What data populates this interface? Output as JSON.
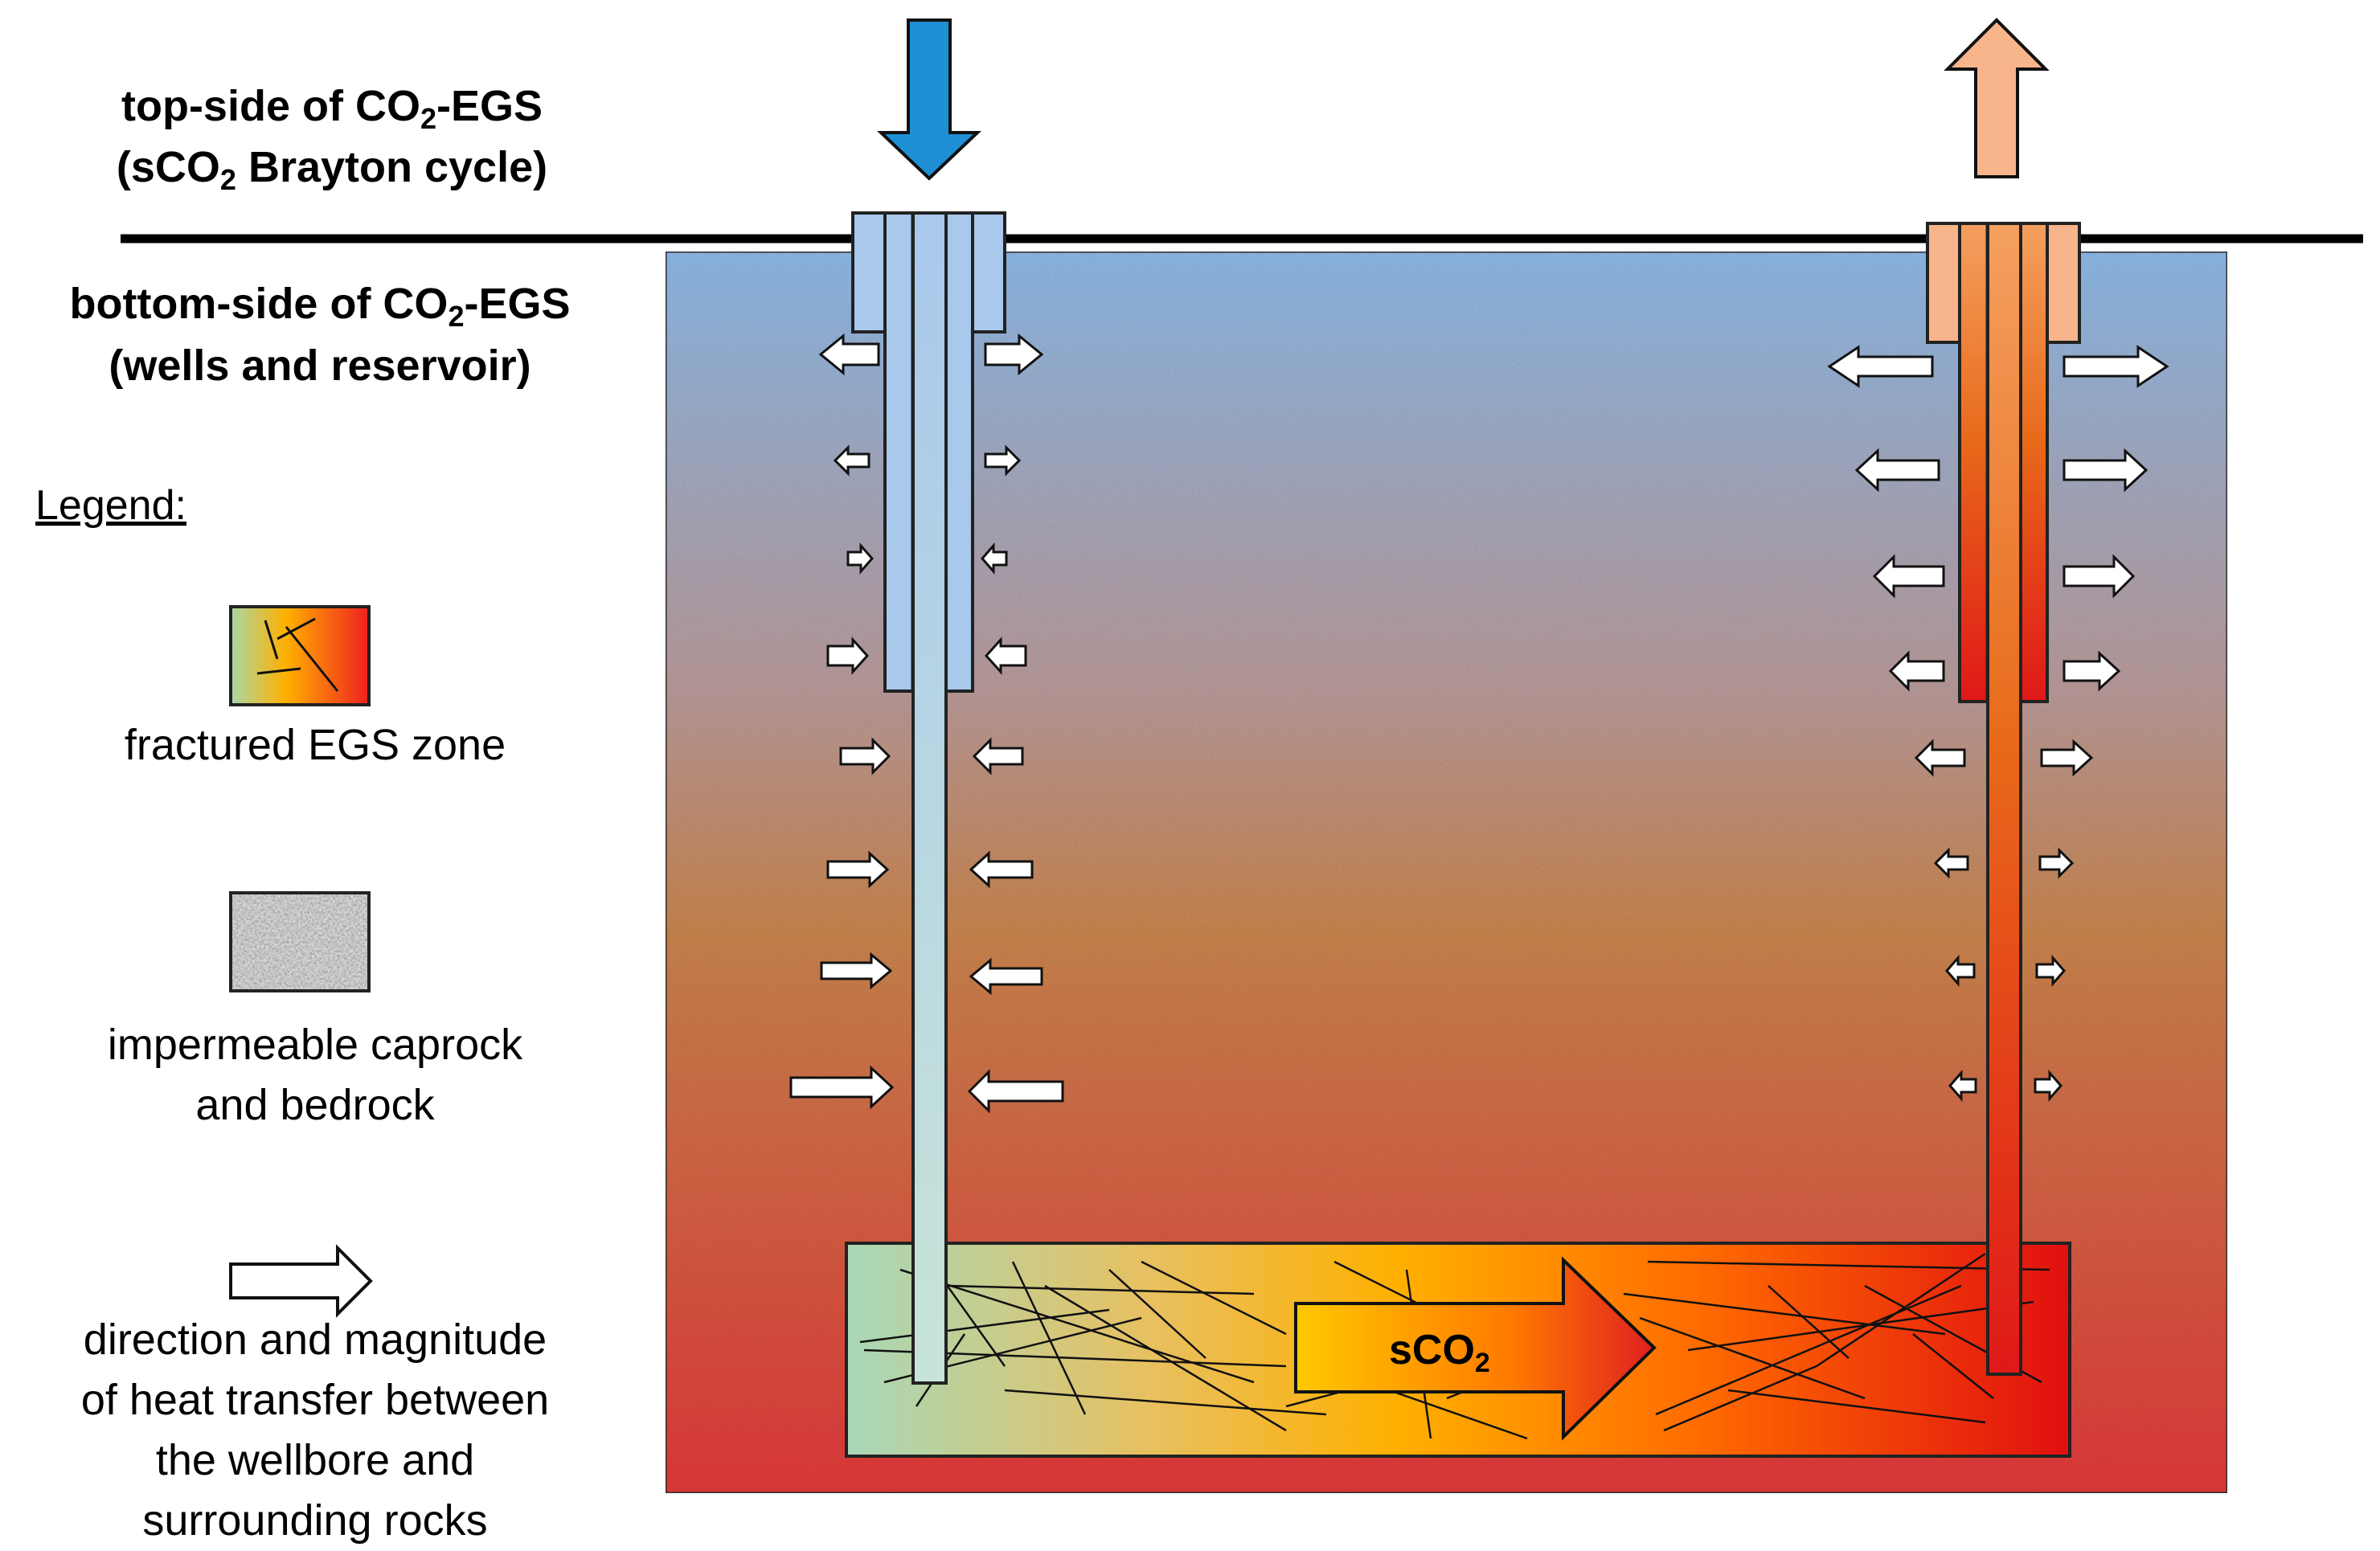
{
  "top_label": {
    "line1_a": "top-side of CO",
    "line1_sub": "2",
    "line1_b": "-EGS",
    "line2_a": "(sCO",
    "line2_sub": "2",
    "line2_b": " Brayton cycle)"
  },
  "bottom_label": {
    "line1_a": "bottom-side of CO",
    "line1_sub": "2",
    "line1_b": "-EGS",
    "line2": "(wells and reservoir)"
  },
  "legend": {
    "title": "Legend:",
    "fractured": "fractured EGS zone",
    "caprock_1": "impermeable caprock",
    "caprock_2": "and bedrock",
    "heat_1": "direction and magnitude",
    "heat_2": "of heat transfer between",
    "heat_3": "the wellbore and",
    "heat_4": "surrounding rocks"
  },
  "flow_label": {
    "text": "sCO",
    "sub": "2"
  },
  "colors": {
    "injection": "#1f8fd6",
    "production_arrow": "#f8b48a",
    "reservoir_top": "#8cb8e6",
    "reservoir_mid": "#c88a5a",
    "reservoir_bottom": "#e03a3a",
    "fracture_cold": "#a8d8b8",
    "fracture_hot": "#e01818"
  }
}
